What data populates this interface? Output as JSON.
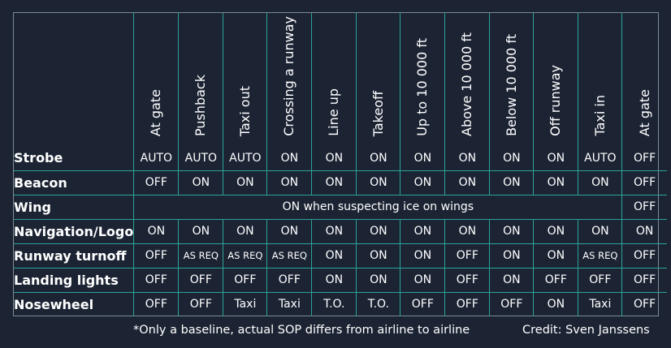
{
  "columns": [
    "At gate",
    "Pushback",
    "Taxi out",
    "Crossing a runway",
    "Line up",
    "Takeoff",
    "Up to 10 000 ft",
    "Above 10 000 ft",
    "Below 10 000 ft",
    "Off runway",
    "Taxi in",
    "At gate"
  ],
  "rows": [
    {
      "label": "Strobe",
      "cells": [
        "AUTO",
        "AUTO",
        "AUTO",
        "ON",
        "ON",
        "ON",
        "ON",
        "ON",
        "ON",
        "ON",
        "AUTO",
        "OFF"
      ]
    },
    {
      "label": "Beacon",
      "cells": [
        "OFF",
        "ON",
        "ON",
        "ON",
        "ON",
        "ON",
        "ON",
        "ON",
        "ON",
        "ON",
        "ON",
        "OFF"
      ]
    },
    {
      "label": "Wing",
      "merged": "ON when suspecting ice on wings",
      "last": "OFF"
    },
    {
      "label": "Navigation/Logo",
      "cells": [
        "ON",
        "ON",
        "ON",
        "ON",
        "ON",
        "ON",
        "ON",
        "ON",
        "ON",
        "ON",
        "ON",
        "ON"
      ]
    },
    {
      "label": "Runway turnoff",
      "cells": [
        "OFF",
        "AS REQ",
        "AS REQ",
        "AS REQ",
        "ON",
        "ON",
        "ON",
        "OFF",
        "ON",
        "ON",
        "AS REQ",
        "OFF"
      ]
    },
    {
      "label": "Landing lights",
      "cells": [
        "OFF",
        "OFF",
        "OFF",
        "OFF",
        "ON",
        "ON",
        "ON",
        "OFF",
        "ON",
        "OFF",
        "OFF",
        "OFF"
      ]
    },
    {
      "label": "Nosewheel",
      "cells": [
        "OFF",
        "OFF",
        "Taxi",
        "Taxi",
        "T.O.",
        "T.O.",
        "OFF",
        "OFF",
        "OFF",
        "ON",
        "Taxi",
        "OFF"
      ]
    }
  ],
  "footer": {
    "note": "*Only a baseline, actual SOP differs from airline to airline",
    "credit": "Credit: Sven Janssens"
  }
}
